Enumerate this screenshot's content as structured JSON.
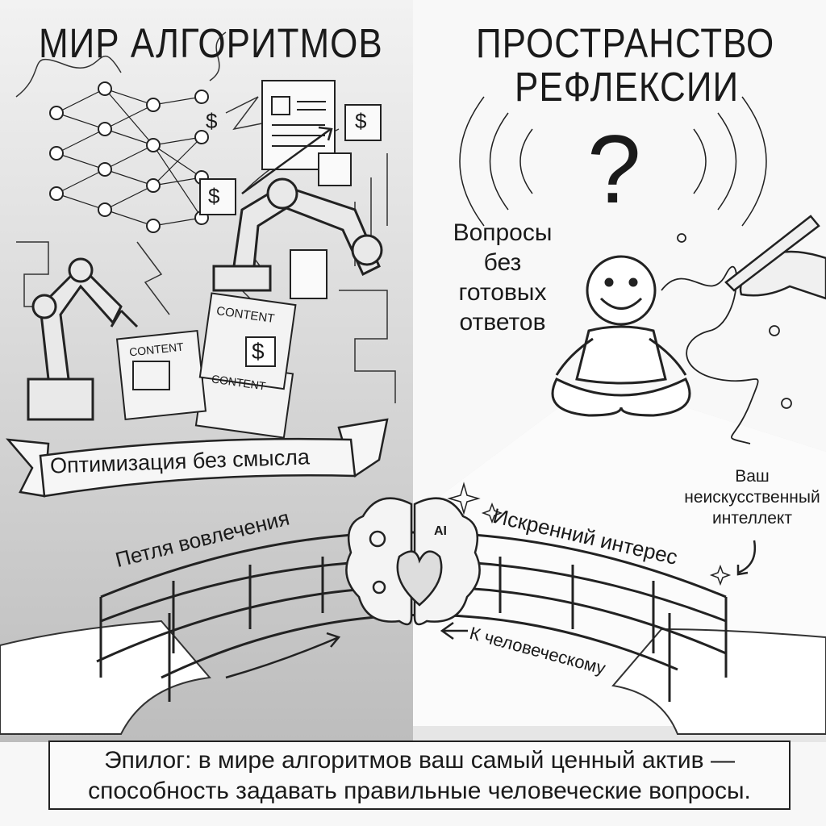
{
  "left_panel": {
    "title": "МИР АЛГОРИТМОВ",
    "banner": "Оптимизация без смысла",
    "content_labels": [
      "CONTENT",
      "CONTENT",
      "CONTENT"
    ],
    "dollar_sign": "$"
  },
  "right_panel": {
    "title_line1": "ПРОСТРАНСТВО",
    "title_line2": "РЕФЛЕКСИИ",
    "question_mark": "?",
    "questions_text": [
      "Вопросы",
      "без",
      "готовых",
      "ответов"
    ]
  },
  "bridge": {
    "left_label": "Петля вовлечения",
    "right_label": "Искренний интерес",
    "arrow_label": "К человеческому",
    "brain_label": "AI",
    "note": [
      "Ваш",
      "неискусственный",
      "интеллект"
    ]
  },
  "epilogue": {
    "line1": "Эпилог: в мире алгоритмов ваш самый ценный актив —",
    "line2": "способность задавать правильные человеческие вопросы."
  },
  "colors": {
    "ink": "#1a1a1a",
    "left_shade": "#cfcfcf",
    "light_cone": "#ffffff",
    "paper": "#f7f7f7"
  }
}
